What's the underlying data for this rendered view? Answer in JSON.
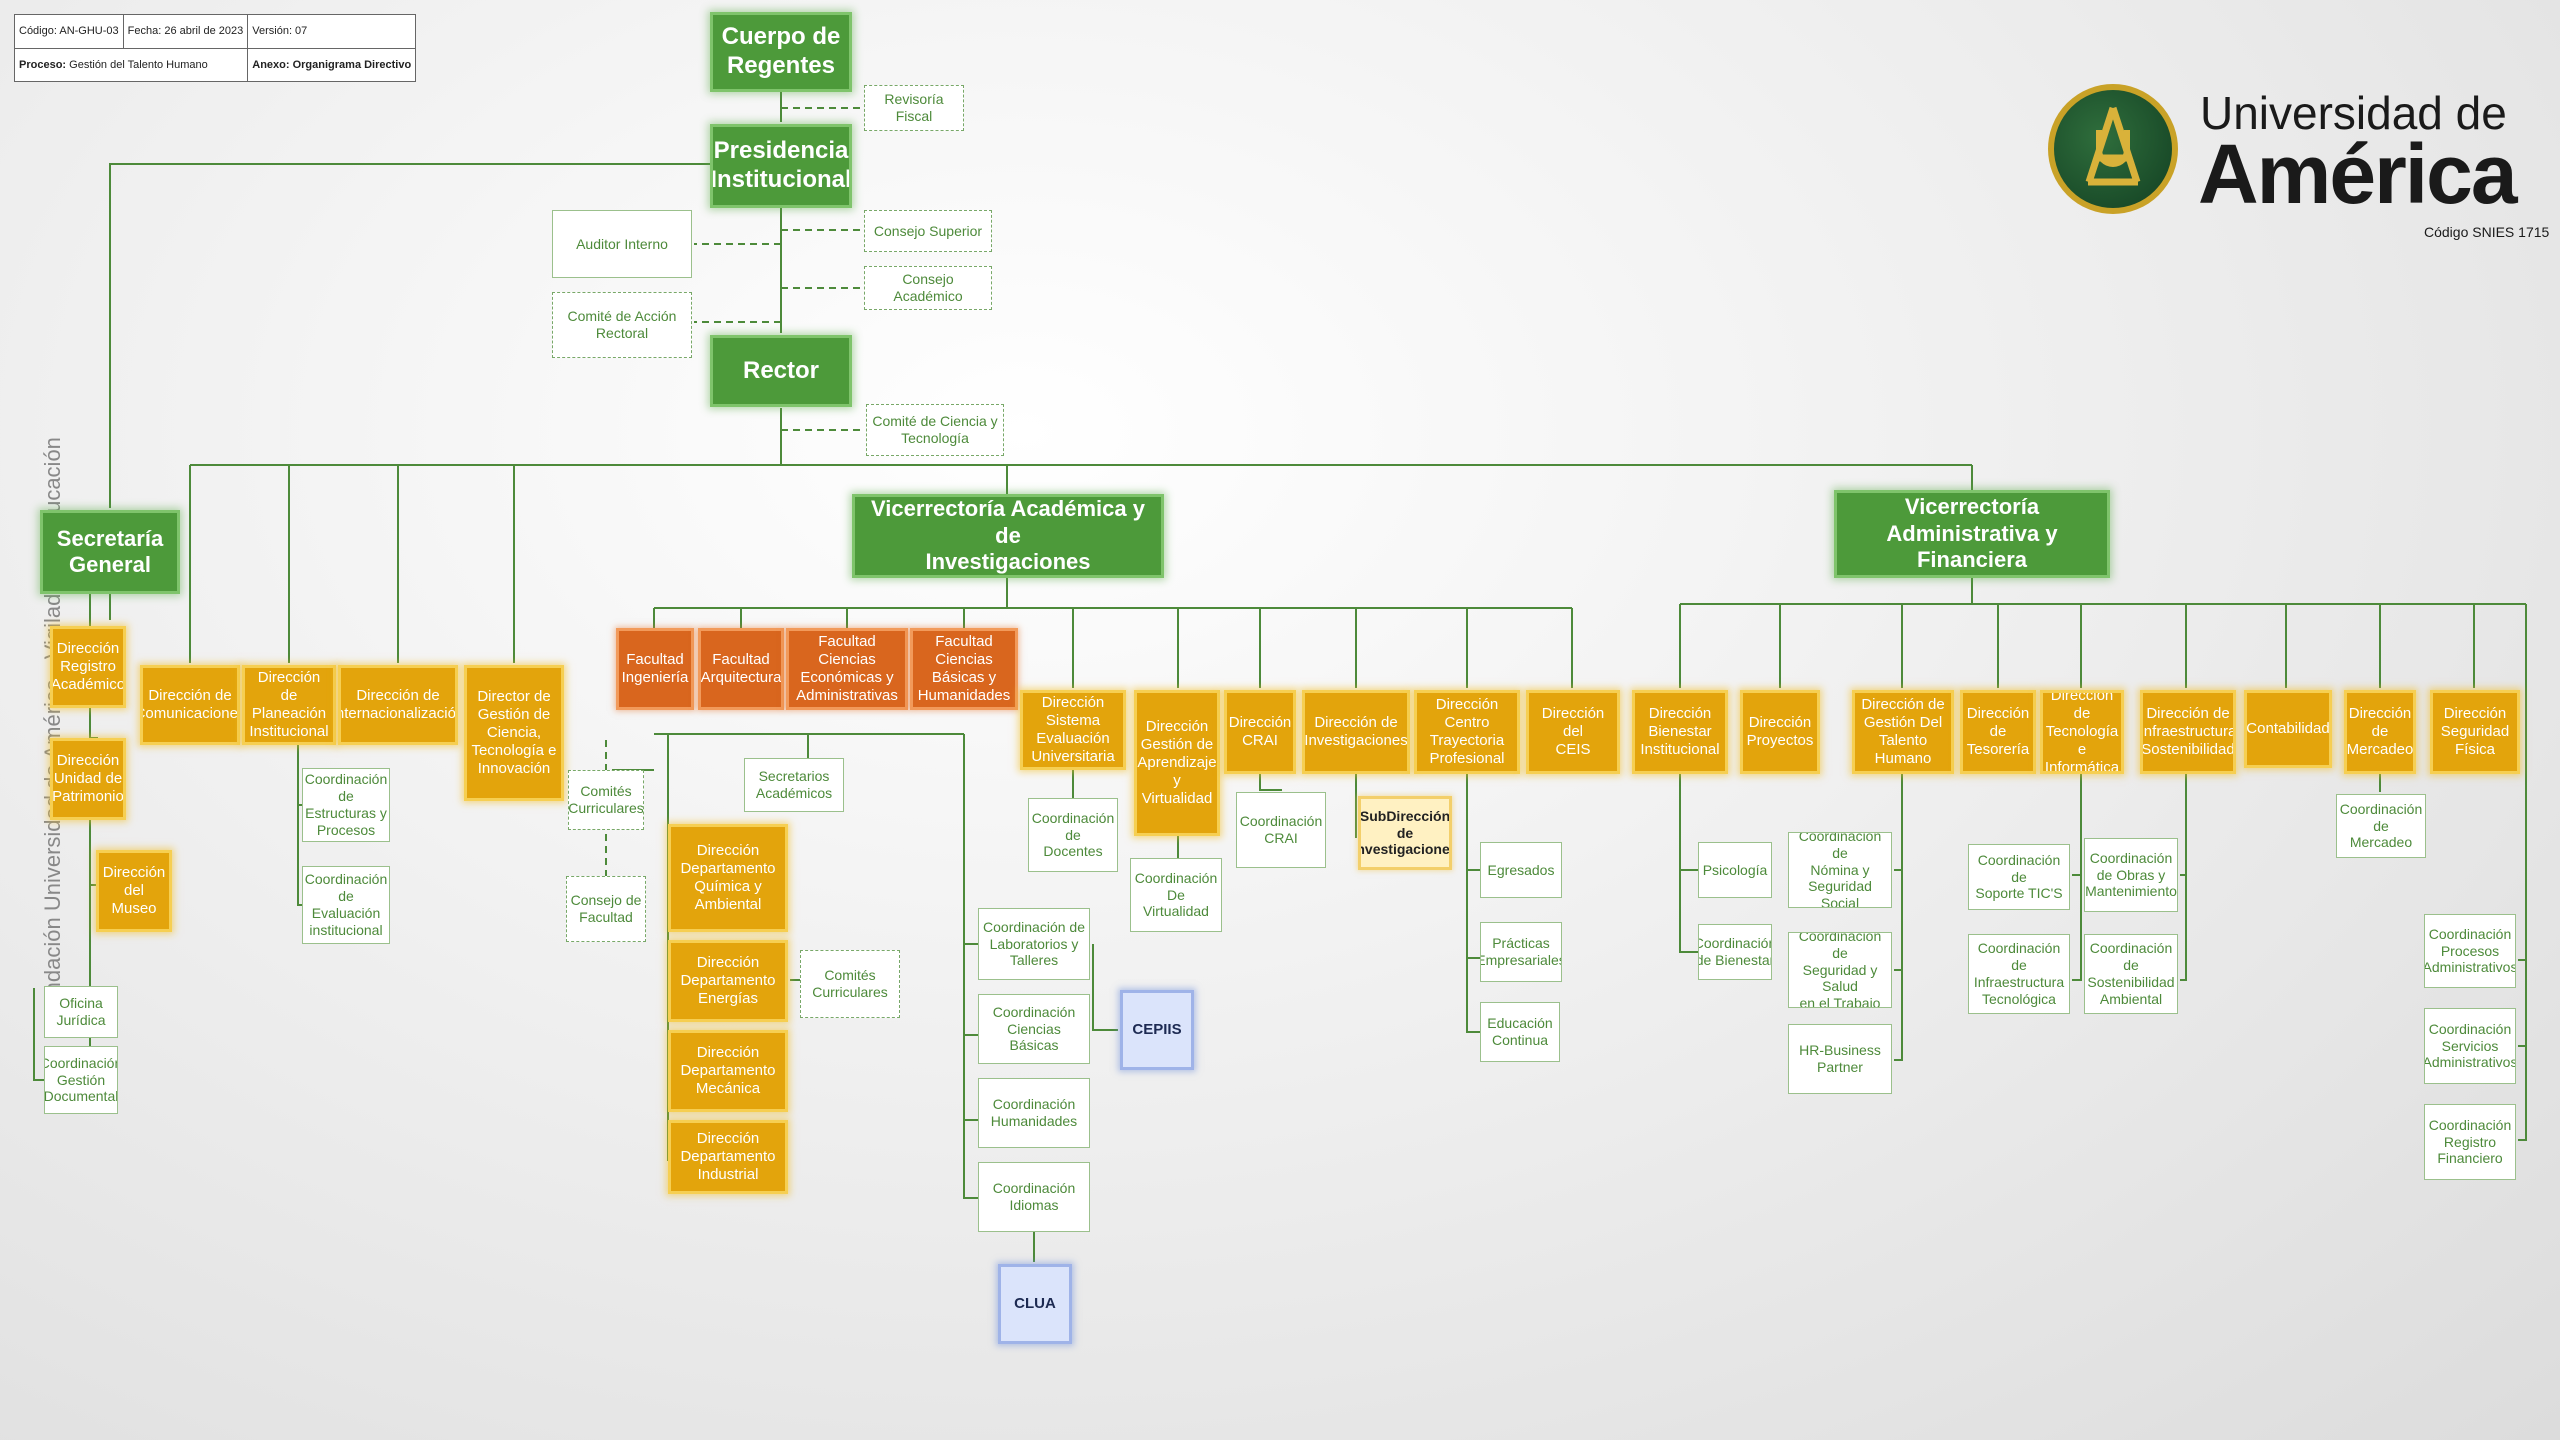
{
  "header": {
    "codigo": "Código: AN-GHU-03",
    "fecha": "Fecha: 26 abril de 2023",
    "version": "Versión: 07",
    "proceso_label": "Proceso:",
    "proceso_value": "Gestión del Talento Humano",
    "anexo_label": "Anexo:",
    "anexo_value": "Organigrama Directivo"
  },
  "logo": {
    "line1": "Universidad de",
    "line2": "América",
    "code": "Código SNIES 1715"
  },
  "side_text": "Fundación Universidad de América - Vigilada MinEducación",
  "colors": {
    "green": "#4d9a3a",
    "gold": "#e3a40c",
    "orange": "#d9661e",
    "blue": "#dbe4fb",
    "line": "#4d8a3a"
  },
  "nodes": {
    "cuerpo_regentes": [
      "Cuerpo de",
      "Regentes"
    ],
    "revisoria_fiscal": [
      "Revisoría Fiscal"
    ],
    "presidencia": [
      "Presidencia",
      "Institucional"
    ],
    "auditor_interno": [
      "Auditor Interno"
    ],
    "consejo_superior": [
      "Consejo Superior"
    ],
    "consejo_academico": [
      "Consejo Académico"
    ],
    "comite_accion_rectoral": [
      "Comité de Acción",
      "Rectoral"
    ],
    "rector": [
      "Rector"
    ],
    "comite_ciencia": [
      "Comité de Ciencia y",
      "Tecnología"
    ],
    "secretaria_general": [
      "Secretaría",
      "General"
    ],
    "dir_registro_academico": [
      "Dirección",
      "Registro",
      "Académico"
    ],
    "dir_unidad_patrimonio": [
      "Dirección",
      "Unidad de",
      "Patrimonio"
    ],
    "dir_museo": [
      "Dirección",
      "del Museo"
    ],
    "oficina_juridica": [
      "Oficina",
      "Jurídica"
    ],
    "coord_gestion_documental": [
      "Coordinación",
      "Gestión",
      "Documental"
    ],
    "dir_comunicaciones": [
      "Dirección de",
      "Comunicaciones"
    ],
    "dir_planeacion": [
      "Dirección de",
      "Planeación",
      "Institucional"
    ],
    "coord_estructuras": [
      "Coordinación",
      "de Estructuras y",
      "Procesos"
    ],
    "coord_evaluacion": [
      "Coordinación",
      "de Evaluación",
      "institucional"
    ],
    "dir_internacionalizacion": [
      "Dirección de",
      "Internacionalización"
    ],
    "dir_gestion_ciencia": [
      "Director de",
      "Gestión de",
      "Ciencia,",
      "Tecnología e",
      "Innovación"
    ],
    "vicerrectoria_academica": [
      "Vicerrectoría Académica y de",
      "Investigaciones"
    ],
    "vicerrectoria_administrativa": [
      "Vicerrectoría Administrativa y",
      "Financiera"
    ],
    "fac_ingenieria": [
      "Facultad",
      "Ingeniería"
    ],
    "fac_arquitectura": [
      "Facultad",
      "Arquitectura"
    ],
    "fac_economicas": [
      "Facultad Ciencias",
      "Económicas y",
      "Administrativas"
    ],
    "fac_basicas": [
      "Facultad Ciencias",
      "Básicas y",
      "Humanidades"
    ],
    "comites_curriculares_1": [
      "Comités",
      "Curriculares"
    ],
    "consejo_facultad": [
      "Consejo de",
      "Facultad"
    ],
    "secretarios_academicos": [
      "Secretarios",
      "Académicos"
    ],
    "dep_quimica": [
      "Dirección",
      "Departamento",
      "Química y",
      "Ambiental"
    ],
    "dep_energias": [
      "Dirección",
      "Departamento",
      "Energías"
    ],
    "dep_mecanica": [
      "Dirección",
      "Departamento",
      "Mecánica"
    ],
    "dep_industrial": [
      "Dirección",
      "Departamento",
      "Industrial"
    ],
    "comites_curriculares_2": [
      "Comités",
      "Curriculares"
    ],
    "dir_sistema_evaluacion": [
      "Dirección Sistema",
      "Evaluación",
      "Universitaria"
    ],
    "coord_docentes": [
      "Coordinación de",
      "Docentes"
    ],
    "coord_laboratorios": [
      "Coordinación de",
      "Laboratorios y",
      "Talleres"
    ],
    "coord_ciencias_basicas": [
      "Coordinación",
      "Ciencias Básicas"
    ],
    "coord_humanidades": [
      "Coordinación",
      "Humanidades"
    ],
    "coord_idiomas": [
      "Coordinación Idiomas"
    ],
    "cepiis": [
      "CEPIIS"
    ],
    "clua": [
      "CLUA"
    ],
    "dir_gestion_aprendizaje": [
      "Dirección",
      "Gestión de",
      "Aprendizaje",
      "y Virtualidad"
    ],
    "coord_virtualidad": [
      "Coordinación",
      "De Virtualidad"
    ],
    "dir_crai": [
      "Dirección",
      "CRAI"
    ],
    "coord_crai": [
      "Coordinación",
      "CRAI"
    ],
    "dir_investigaciones": [
      "Dirección de",
      "Investigaciones"
    ],
    "subdir_investigaciones": [
      "SubDirección de",
      "Investigaciones"
    ],
    "dir_trayectoria": [
      "Dirección Centro",
      "Trayectoria",
      "Profesional"
    ],
    "egresados": [
      "Egresados"
    ],
    "practicas": [
      "Prácticas",
      "Empresariales"
    ],
    "educacion_continua": [
      "Educación",
      "Continua"
    ],
    "dir_ceis": [
      "Dirección del",
      "CEIS"
    ],
    "dir_bienestar": [
      "Dirección",
      "Bienestar",
      "Institucional"
    ],
    "psicologia": [
      "Psicología"
    ],
    "coord_bienestar": [
      "Coordinación",
      "de Bienestar"
    ],
    "dir_proyectos": [
      "Dirección",
      "Proyectos"
    ],
    "dir_talento_humano": [
      "Dirección de",
      "Gestión Del",
      "Talento Humano"
    ],
    "coord_nomina": [
      "Coordinación de",
      "Nómina y",
      "Seguridad Social"
    ],
    "coord_seguridad_salud": [
      "Coordinación de",
      "Seguridad y Salud",
      "en el Trabajo"
    ],
    "hr_business": [
      "HR-Business",
      "Partner"
    ],
    "dir_tesoreria": [
      "Dirección",
      "de",
      "Tesorería"
    ],
    "dir_tecnologia": [
      "Dirección de",
      "Tecnología e",
      "Informática"
    ],
    "coord_soporte_tics": [
      "Coordinación de",
      "Soporte TIC'S"
    ],
    "coord_infra_tecnologica": [
      "Coordinación",
      "de",
      "Infraestructura",
      "Tecnológica"
    ],
    "dir_infraestructura": [
      "Dirección de",
      "Infraestructura",
      "Sostenibilidad"
    ],
    "coord_obras": [
      "Coordinación",
      "de Obras y",
      "Mantenimiento"
    ],
    "coord_sostenibilidad": [
      "Coordinación",
      "de",
      "Sostenibilidad",
      "Ambiental"
    ],
    "contabilidad": [
      "Contabilidad"
    ],
    "dir_mercadeo": [
      "Dirección",
      "de",
      "Mercadeo"
    ],
    "coord_mercadeo": [
      "Coordinación de",
      "Mercadeo"
    ],
    "dir_seguridad_fisica": [
      "Dirección",
      "Seguridad",
      "Física"
    ],
    "coord_procesos_admin": [
      "Coordinación",
      "Procesos",
      "Administrativos"
    ],
    "coord_servicios_admin": [
      "Coordinación",
      "Servicios",
      "Administrativos"
    ],
    "coord_registro_financiero": [
      "Coordinación",
      "Registro",
      "Financiero"
    ]
  }
}
